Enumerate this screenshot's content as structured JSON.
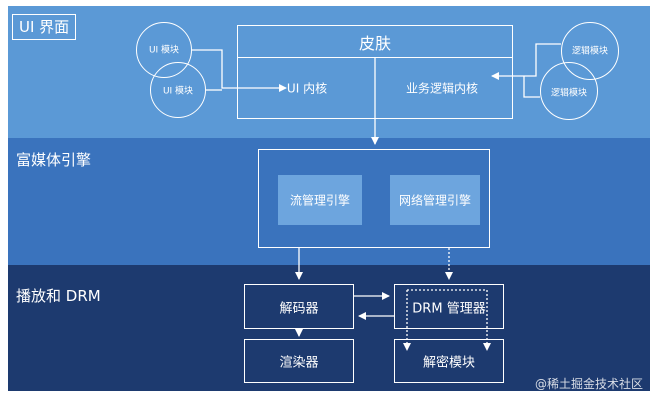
{
  "layers": {
    "ui": {
      "label": "UI 界面"
    },
    "media": {
      "label": "富媒体引擎"
    },
    "playback": {
      "label": "播放和 DRM"
    }
  },
  "skin": {
    "title": "皮肤",
    "ui_core": "UI 内核",
    "logic_core": "业务逻辑内核"
  },
  "ui_modules": [
    "UI 模块",
    "UI 模块"
  ],
  "logic_modules": [
    "逻辑模块",
    "逻辑模块"
  ],
  "engine": {
    "stream_manager": "流管理引擎",
    "network_manager": "网络管理引擎"
  },
  "playback": {
    "decoder": "解码器",
    "drm_manager": "DRM 管理器",
    "renderer": "渲染器",
    "decrypt": "解密模块"
  },
  "watermark": "@稀土掘金技术社区",
  "colors": {
    "ui_layer": "#5b99d6",
    "engine_layer": "#3a73bd",
    "playback_layer": "#1d3a6f",
    "line": "#ffffff"
  }
}
